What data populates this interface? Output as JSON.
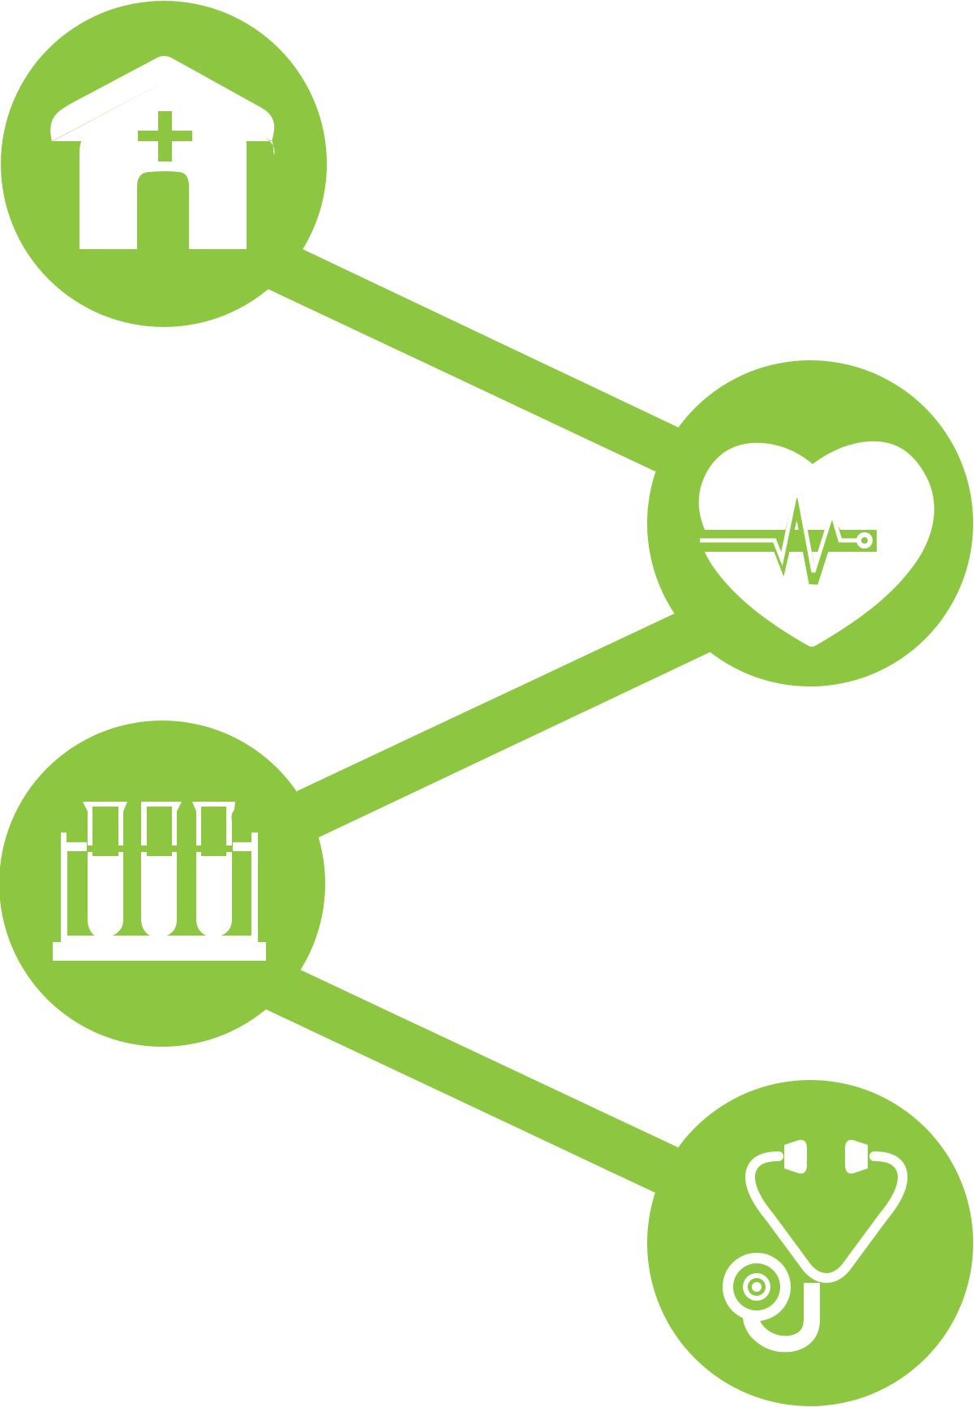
{
  "theme": {
    "accent": "#8DC641",
    "icon_color": "#FFFFFF"
  },
  "nodes": [
    {
      "id": "hospital",
      "icon": "hospital-icon"
    },
    {
      "id": "heart",
      "icon": "heartbeat-icon"
    },
    {
      "id": "lab",
      "icon": "test-tubes-icon"
    },
    {
      "id": "doctor",
      "icon": "stethoscope-icon"
    }
  ],
  "connections": [
    {
      "from": "hospital",
      "to": "heart"
    },
    {
      "from": "heart",
      "to": "lab"
    },
    {
      "from": "lab",
      "to": "doctor"
    }
  ]
}
